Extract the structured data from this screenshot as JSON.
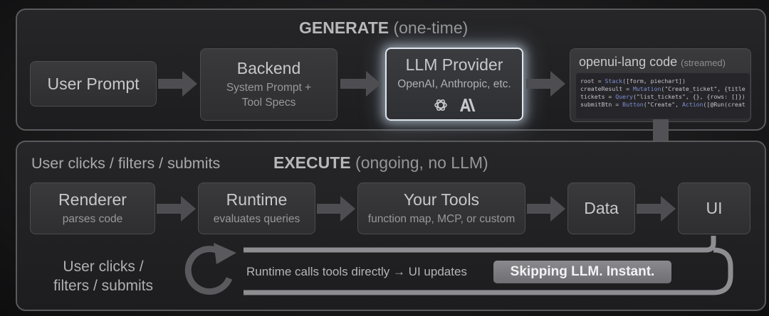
{
  "generate": {
    "title_bold": "GENERATE",
    "title_rest": "(one-time)",
    "user_prompt": "User Prompt",
    "backend": {
      "title": "Backend",
      "line1": "System Prompt +",
      "line2": "Tool Specs"
    },
    "llm": {
      "title": "LLM Provider",
      "sub": "OpenAI, Anthropic, etc.",
      "logo_icons": [
        "openai-logo-icon",
        "anthropic-logo-icon"
      ]
    },
    "code": {
      "title": "openui-lang code",
      "title_note": "(streamed)",
      "lines": [
        "root = Stack([form, piechart])",
        "createResult = Mutation(\"Create_ticket\", {title",
        "tickets = Query(\"list_tickets\", {}, {rows: []})",
        "submitBtn = Button(\"Create\", Action([@Run(creat"
      ]
    }
  },
  "execute": {
    "left_label": "User clicks / filters / submits",
    "title_bold": "EXECUTE",
    "title_rest": "(ongoing, no LLM)",
    "renderer": {
      "title": "Renderer",
      "sub": "parses code"
    },
    "runtime": {
      "title": "Runtime",
      "sub": "evaluates queries"
    },
    "tools": {
      "title": "Your Tools",
      "sub": "function map, MCP, or custom"
    },
    "data": {
      "title": "Data"
    },
    "ui": {
      "title": "UI"
    },
    "loop_left_line1": "User clicks /",
    "loop_left_line2": "filters / submits",
    "loop_text": "Runtime calls tools directly → UI updates",
    "skip_badge": "Skipping LLM. Instant."
  },
  "colors": {
    "background": "#1b1b1c",
    "panel_border": "#5a5a5d",
    "box_fill": "#36363a",
    "glow": "#dfe6ee",
    "code_keyword": "#7f8fd6"
  }
}
